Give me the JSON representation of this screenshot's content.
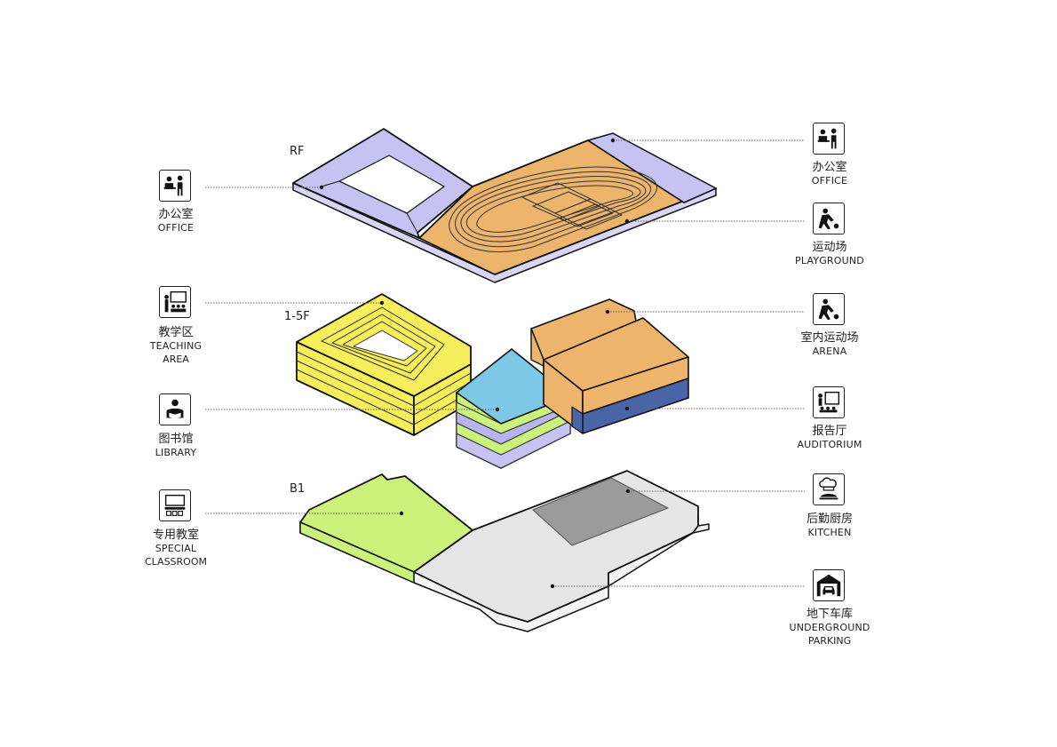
{
  "floors": {
    "rf": "RF",
    "mid": "1-5F",
    "b1": "B1"
  },
  "labels": {
    "office_left": {
      "cn": "办公室",
      "en": "OFFICE"
    },
    "teaching": {
      "cn": "教学区",
      "en": "TEACHING",
      "en2": "AREA"
    },
    "library": {
      "cn": "图书馆",
      "en": "LIBRARY"
    },
    "special": {
      "cn": "专用教室",
      "en": "SPECIAL",
      "en2": "CLASSROOM"
    },
    "office_right": {
      "cn": "办公室",
      "en": "OFFICE"
    },
    "playground": {
      "cn": "运动场",
      "en": "PLAYGROUND"
    },
    "arena": {
      "cn": "室内运动场",
      "en": "ARENA"
    },
    "auditorium": {
      "cn": "报告厅",
      "en": "AUDITORIUM"
    },
    "kitchen": {
      "cn": "后勤厨房",
      "en": "KITCHEN"
    },
    "parking": {
      "cn": "地下车库",
      "en": "UNDERGROUND",
      "en2": "PARKING"
    }
  },
  "icons": {
    "office_left": "office-icon",
    "teaching": "teaching-icon",
    "library": "library-icon",
    "special": "classroom-icon",
    "office_right": "office-icon",
    "playground": "sport-icon",
    "arena": "sport-icon",
    "auditorium": "auditorium-icon",
    "kitchen": "chef-icon",
    "parking": "garage-icon"
  },
  "colors": {
    "office": "#c6c3f2",
    "playground": "#edb46b",
    "teaching": "#f6ee5a",
    "library": "#7cc8e6",
    "arena": "#edb46b",
    "auditorium": "#4a64a8",
    "special": "#cbf27a",
    "parking": "#e6e6e6",
    "kitchen": "#9b9b9b"
  }
}
